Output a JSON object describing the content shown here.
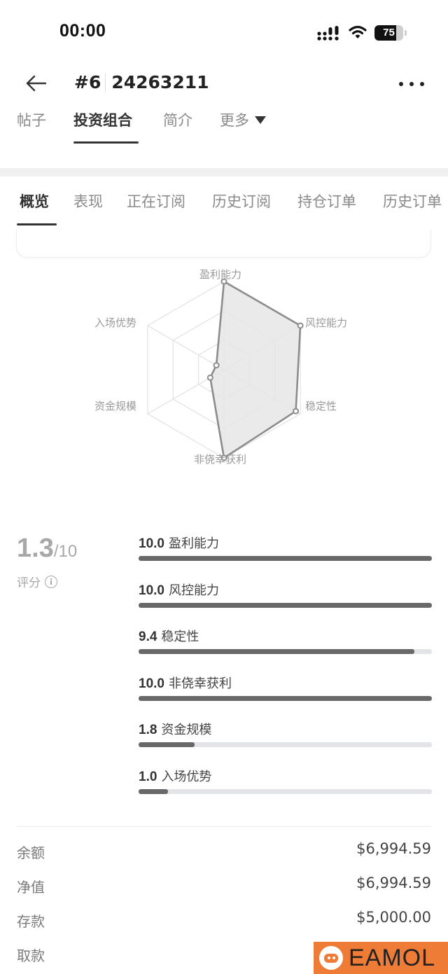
{
  "status_bar": {
    "time": "00:00",
    "battery": "75",
    "battery_pct": 75
  },
  "header": {
    "rank": "#6",
    "account_id": "24263211",
    "back_icon": "arrow-left-icon",
    "more_icon": "more-dots-icon"
  },
  "top_tabs": [
    {
      "label": "帖子",
      "active": false
    },
    {
      "label": "投资组合",
      "active": true
    },
    {
      "label": "简介",
      "active": false
    },
    {
      "label": "更多",
      "active": false,
      "dropdown": true
    }
  ],
  "sub_tabs": [
    {
      "label": "概览",
      "active": true
    },
    {
      "label": "表现",
      "active": false
    },
    {
      "label": "正在订阅",
      "active": false
    },
    {
      "label": "历史订阅",
      "active": false
    },
    {
      "label": "持仓订单",
      "active": false
    },
    {
      "label": "历史订单",
      "active": false
    }
  ],
  "chart_data": {
    "type": "radar",
    "title": "",
    "axes": [
      "盈利能力",
      "风控能力",
      "稳定性",
      "非侥幸获利",
      "资金规模",
      "入场优势"
    ],
    "values": [
      10.0,
      10.0,
      9.4,
      10.0,
      1.8,
      1.0
    ],
    "range": [
      0,
      10
    ],
    "grid_levels": 3,
    "fill_color": "#e6e6e6",
    "line_color": "#8c8c8c"
  },
  "score": {
    "value": "1.3",
    "max": "/10",
    "label": "评分"
  },
  "metrics": [
    {
      "value": "10.0",
      "label": "盈利能力",
      "pct": 100
    },
    {
      "value": "10.0",
      "label": "风控能力",
      "pct": 100
    },
    {
      "value": "9.4",
      "label": "稳定性",
      "pct": 94
    },
    {
      "value": "10.0",
      "label": "非侥幸获利",
      "pct": 100
    },
    {
      "value": "1.8",
      "label": "资金规模",
      "pct": 19
    },
    {
      "value": "1.0",
      "label": "入场优势",
      "pct": 10
    }
  ],
  "stats": [
    {
      "label": "余额",
      "value": "$6,994.59"
    },
    {
      "label": "净值",
      "value": "$6,994.59"
    },
    {
      "label": "存款",
      "value": "$5,000.00"
    },
    {
      "label": "取款",
      "value": ""
    }
  ],
  "watermark": {
    "text": "EAMOL",
    "color": "#ee7b36"
  }
}
